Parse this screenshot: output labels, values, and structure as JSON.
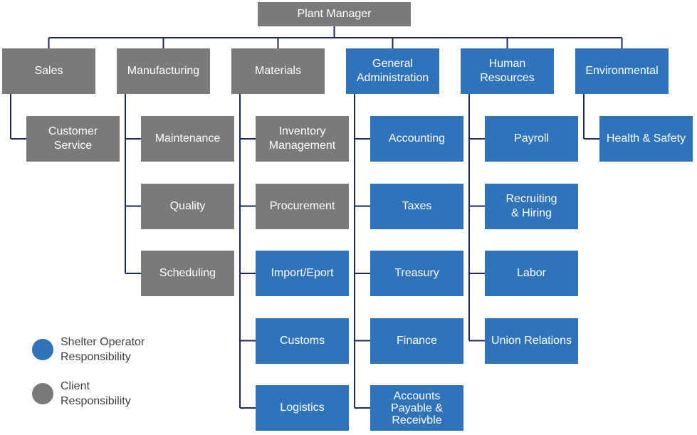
{
  "colors": {
    "client": "#7a7a7a",
    "operator": "#2f74ba",
    "connector": "#1f2a5c"
  },
  "root": {
    "label": "Plant Manager",
    "owner": "client"
  },
  "departments": [
    {
      "label": "Sales",
      "owner": "client",
      "children": [
        {
          "label": "Customer\nService",
          "owner": "client"
        }
      ]
    },
    {
      "label": "Manufacturing",
      "owner": "client",
      "children": [
        {
          "label": "Maintenance",
          "owner": "client"
        },
        {
          "label": "Quality",
          "owner": "client"
        },
        {
          "label": "Scheduling",
          "owner": "client"
        }
      ]
    },
    {
      "label": "Materials",
      "owner": "client",
      "children": [
        {
          "label": "Inventory\nManagement",
          "owner": "client"
        },
        {
          "label": "Procurement",
          "owner": "client"
        },
        {
          "label": "Import/Eport",
          "owner": "operator"
        },
        {
          "label": "Customs",
          "owner": "operator"
        },
        {
          "label": "Logistics",
          "owner": "operator"
        }
      ]
    },
    {
      "label": "General\nAdministration",
      "owner": "operator",
      "children": [
        {
          "label": "Accounting",
          "owner": "operator"
        },
        {
          "label": "Taxes",
          "owner": "operator"
        },
        {
          "label": "Treasury",
          "owner": "operator"
        },
        {
          "label": "Finance",
          "owner": "operator"
        },
        {
          "label": "Accounts\nPayable &\nReceivble",
          "owner": "operator"
        }
      ]
    },
    {
      "label": "Human\nResources",
      "owner": "operator",
      "children": [
        {
          "label": "Payroll",
          "owner": "operator"
        },
        {
          "label": "Recruiting\n& Hiring",
          "owner": "operator"
        },
        {
          "label": "Labor",
          "owner": "operator"
        },
        {
          "label": "Union Relations",
          "owner": "operator"
        }
      ]
    },
    {
      "label": "Environmental",
      "owner": "operator",
      "children": [
        {
          "label": "Health & Safety",
          "owner": "operator"
        }
      ]
    }
  ],
  "legend": [
    {
      "label": "Shelter Operator\nResponsibility",
      "owner": "operator"
    },
    {
      "label": "Client\nResponsibility",
      "owner": "client"
    }
  ]
}
